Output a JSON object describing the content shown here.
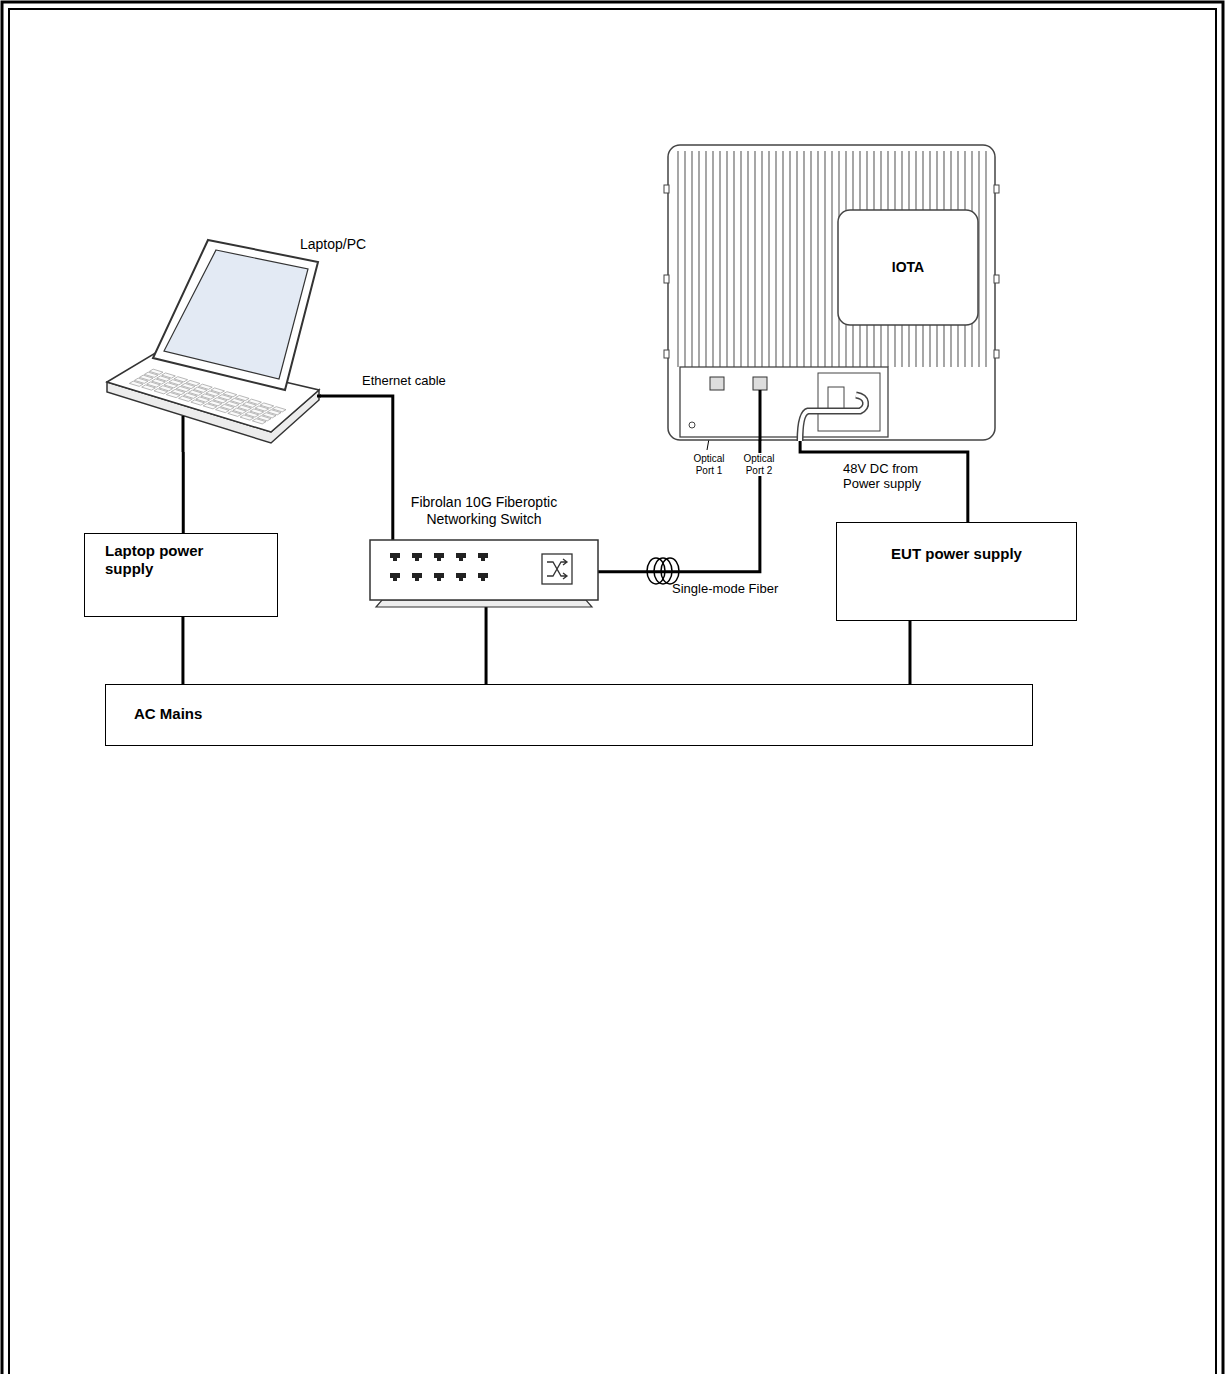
{
  "diagram": {
    "nodes": [
      {
        "text": [
          "Laptop/PC"
        ]
      },
      {
        "text": [
          "Fibrolan 10G Fiberoptic Networking Switch"
        ]
      },
      {
        "text": [
          "IOTA"
        ]
      },
      {
        "text": [
          "Laptop power supply"
        ]
      },
      {
        "text": [
          "EUT power supply"
        ]
      },
      {
        "text": [
          "AC Mains"
        ]
      }
    ],
    "edges": [
      {
        "from": 0,
        "to": 1,
        "arrow": "none",
        "label": "Ethernet cable"
      },
      {
        "from": 1,
        "to": 2,
        "arrow": "none",
        "label": "Single-mode Fiber"
      },
      {
        "from": 4,
        "to": 2,
        "arrow": "none",
        "label": "48V DC from Power supply"
      },
      {
        "from": 0,
        "to": 3,
        "arrow": "none"
      },
      {
        "from": 3,
        "to": 5,
        "arrow": "none"
      },
      {
        "from": 1,
        "to": 5,
        "arrow": "none"
      },
      {
        "from": 4,
        "to": 5,
        "arrow": "none"
      }
    ],
    "labels": [
      "Optical Port 1",
      "Optical Port 2"
    ]
  }
}
